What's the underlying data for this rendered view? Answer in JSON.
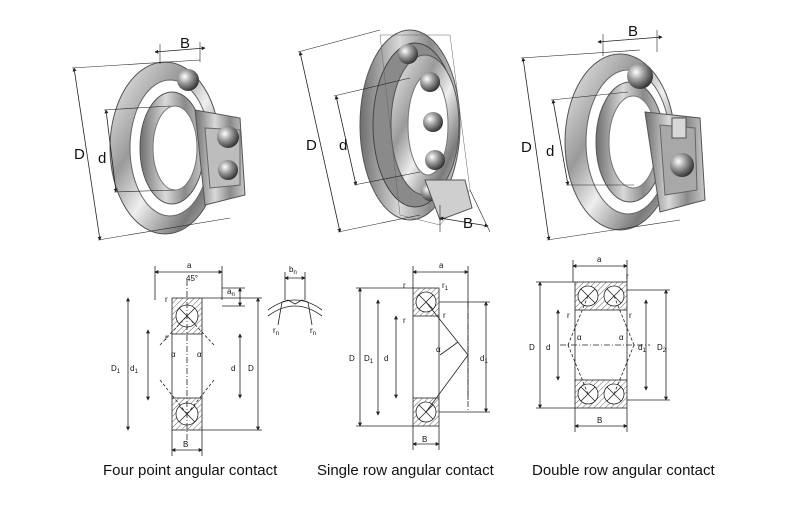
{
  "photos": {
    "four_point": {
      "B": "B",
      "D": "D",
      "d": "d"
    },
    "single_row": {
      "B": "B",
      "D": "D",
      "d": "d"
    },
    "double_row": {
      "B": "B",
      "D": "D",
      "d": "d"
    }
  },
  "drawings": {
    "four_point": {
      "a": "a",
      "angle": "45°",
      "an": "a",
      "an_sub": "n",
      "r1": "r",
      "r2": "r",
      "alpha1": "α",
      "alpha2": "α",
      "D1": "D",
      "D1_sub": "1",
      "d1": "d",
      "d1_sub": "1",
      "d": "d",
      "D": "D",
      "B": "B"
    },
    "detail": {
      "bn": "b",
      "bn_sub": "n",
      "rn1": "r",
      "rn1_sub": "n",
      "rn2": "r",
      "rn2_sub": "n"
    },
    "single_row": {
      "a": "a",
      "r_top": "r",
      "r1": "r",
      "r1_sub": "1",
      "r_mid_left": "r",
      "r_mid_right": "r",
      "alpha": "α",
      "D": "D",
      "D1": "D",
      "D1_sub": "1",
      "d": "d",
      "d1": "d",
      "d1_sub": "1",
      "B": "B"
    },
    "double_row": {
      "a": "a",
      "r_top": "r",
      "r_left": "r",
      "r_right": "r",
      "alpha1": "α",
      "alpha2": "α",
      "D": "D",
      "d": "d",
      "d1": "d",
      "d1_sub": "1",
      "D2": "D",
      "D2_sub": "2",
      "B": "B"
    }
  },
  "captions": {
    "four_point": "Four point angular contact",
    "single_row": "Single row angular contact",
    "double_row": "Double row angular contact"
  },
  "colors": {
    "metal_dark": "#5a5a5a",
    "metal_light": "#e8e8e8",
    "line": "#222222",
    "hatch": "#555555"
  }
}
